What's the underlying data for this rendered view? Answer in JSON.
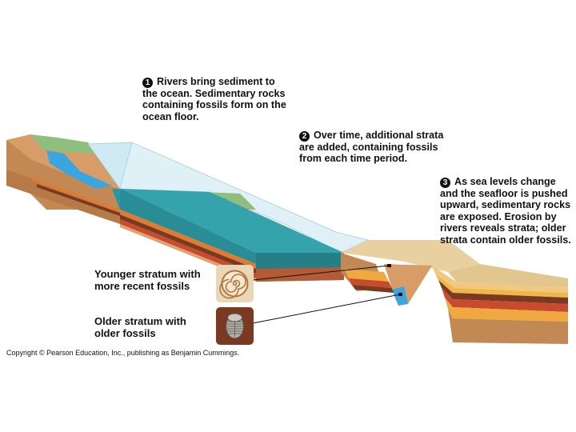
{
  "steps": [
    {
      "number": "1",
      "lines": [
        "Rivers bring sediment to",
        "the ocean. Sedimentary rocks",
        "containing fossils form on the",
        "ocean floor."
      ]
    },
    {
      "number": "2",
      "lines": [
        "Over time, additional strata",
        "are added, containing fossils",
        "from each time period."
      ]
    },
    {
      "number": "3",
      "lines": [
        "As sea levels change",
        "and the seafloor is pushed",
        "upward, sedimentary rocks",
        "are exposed. Erosion by",
        "rivers reveals strata; older",
        "strata contain older fossils."
      ]
    }
  ],
  "fossil_labels": {
    "younger": [
      "Younger stratum with",
      "more recent fossils"
    ],
    "older": [
      "Older stratum with",
      "older fossils"
    ]
  },
  "icons": {
    "younger_fossil": "ammonite-shell-icon",
    "older_fossil": "trilobite-icon"
  },
  "colors": {
    "land": "#c8905e",
    "grass": "#8fbf7e",
    "water": "#2a98a2",
    "water_light": "#bfe6f2",
    "river": "#3aa6e0",
    "stratum_orange": "#e07a30",
    "stratum_brown": "#7a3a22",
    "stratum_red": "#c84b2e",
    "stratum_yellow": "#f0b64a",
    "sand": "#e8d0a0"
  },
  "copyright": "Copyright © Pearson Education, Inc., publishing as Benjamin Cummings."
}
